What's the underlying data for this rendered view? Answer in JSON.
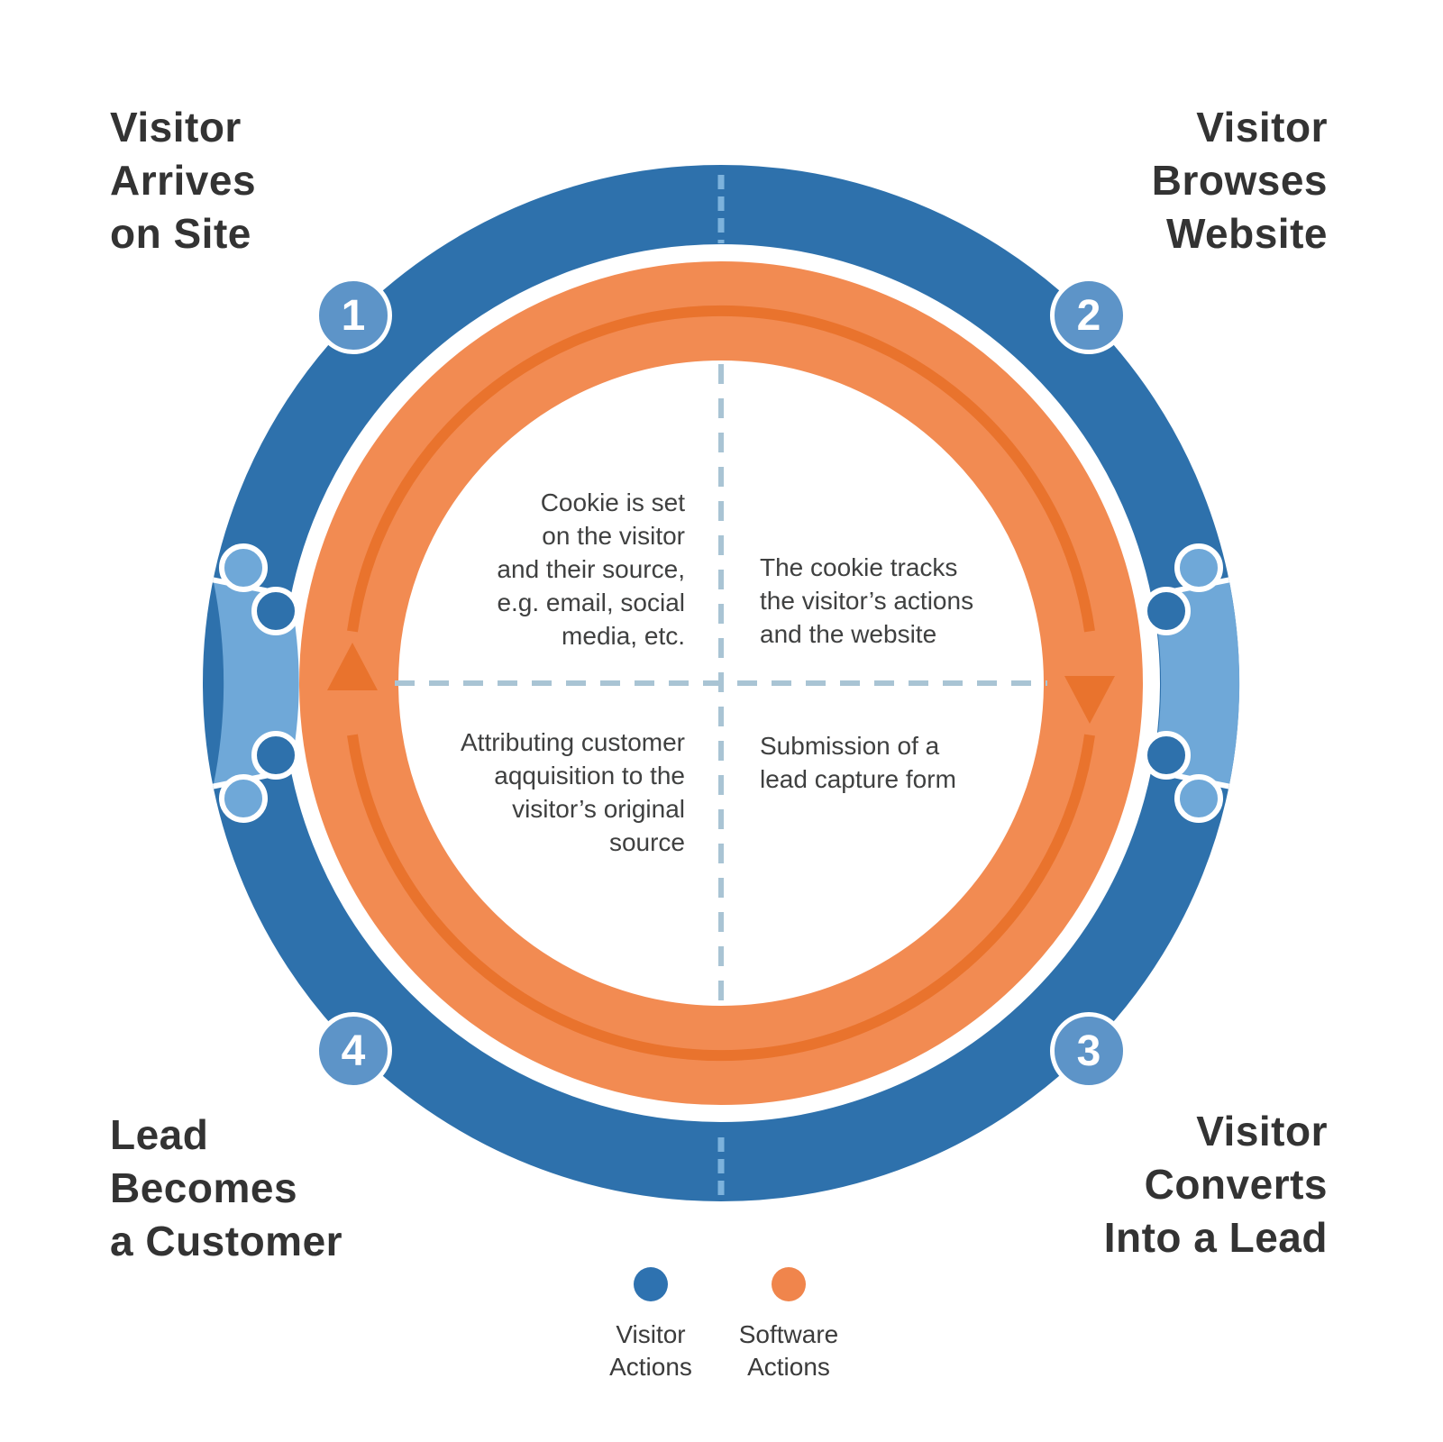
{
  "diagram": {
    "stages": [
      {
        "number": "1",
        "position": "top-left",
        "title": "Visitor\nArrives\non Site",
        "note": "Cookie is set\non the visitor\nand their source,\ne.g. email, social\nmedia, etc."
      },
      {
        "number": "2",
        "position": "top-right",
        "title": "Visitor\nBrowses\nWebsite",
        "note": "The cookie tracks\nthe visitor’s actions\nand the website"
      },
      {
        "number": "3",
        "position": "bottom-right",
        "title": "Visitor\nConverts\nInto a Lead",
        "note": "Submission of a\nlead capture form"
      },
      {
        "number": "4",
        "position": "bottom-left",
        "title": "Lead\nBecomes\na Customer",
        "note": "Attributing customer\naqquisition to the\nvisitor’s original\nsource"
      }
    ],
    "legend": [
      {
        "id": "visitor-actions",
        "label": "Visitor\nActions",
        "color": "#2e72b0"
      },
      {
        "id": "software-actions",
        "label": "Software\nActions",
        "color": "#f0854c"
      }
    ],
    "colors": {
      "visitor_ring": "#2e71ac",
      "software_ring": "#f28b52",
      "software_arrow": "#e9732d",
      "puzzle_segment": "#6fa8d8",
      "badge_fill": "#5d94c8",
      "ring_divider_dash": "#7cb2dc",
      "crosshair_dash": "#a9c4d4",
      "title_text": "#333333",
      "note_text": "#3f4040"
    }
  }
}
